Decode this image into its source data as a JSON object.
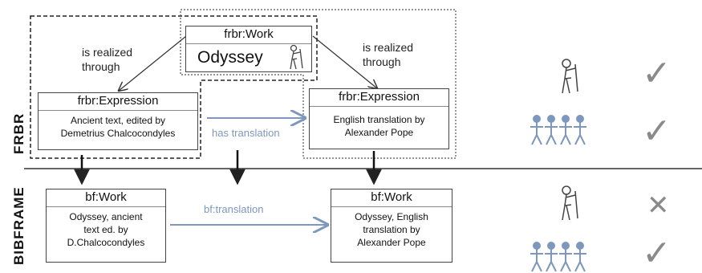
{
  "sections": {
    "frbr": "FRBR",
    "bibframe": "BIBFRAME"
  },
  "frbr_work": {
    "head": "frbr:Work",
    "body": "Odyssey"
  },
  "frbr_expr_left": {
    "head": "frbr:Expression",
    "lines": [
      "Ancient text, edited by",
      "Demetrius Chalcocondyles"
    ]
  },
  "frbr_expr_right": {
    "head": "frbr:Expression",
    "lines": [
      "English translation by",
      "Alexander Pope"
    ]
  },
  "bf_work_left": {
    "head": "bf:Work",
    "lines": [
      "Odyssey, ancient",
      "text ed. by",
      "D.Chalcocondyles"
    ]
  },
  "bf_work_right": {
    "head": "bf:Work",
    "lines": [
      "Odyssey, English",
      "translation by",
      "Alexander Pope"
    ]
  },
  "edge_labels": {
    "realized_left": [
      "is realized",
      "through"
    ],
    "realized_right": [
      "is realized",
      "through"
    ],
    "has_translation": "has translation",
    "bf_translation": "bf:translation"
  },
  "indicators": [
    {
      "row": "frbr-author",
      "icon": "author-figure-icon",
      "mark": "✓",
      "status": "check"
    },
    {
      "row": "frbr-people",
      "icon": "people-group-icon",
      "mark": "✓",
      "status": "check"
    },
    {
      "row": "bibframe-author",
      "icon": "author-figure-icon",
      "mark": "✕",
      "status": "cross"
    },
    {
      "row": "bibframe-people",
      "icon": "people-group-icon",
      "mark": "✓",
      "status": "check"
    }
  ],
  "colors": {
    "accent_blue": "#7e97bd",
    "mark_gray": "#8a8a8a",
    "line": "#333333"
  }
}
